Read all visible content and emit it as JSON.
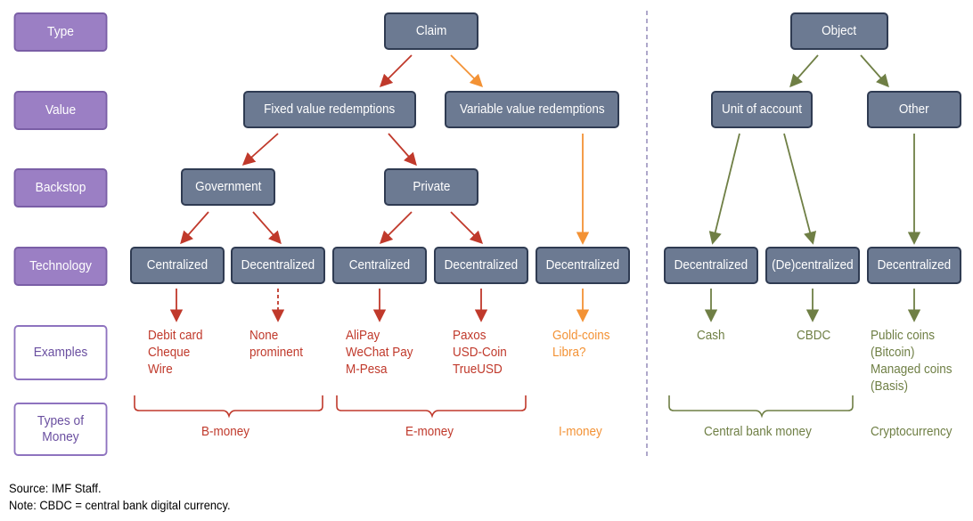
{
  "colors": {
    "red": "#c0392b",
    "orange": "#f39235",
    "green": "#6f7f45",
    "node": "#6c7a92",
    "purple": "#9b7fc4"
  },
  "rows": {
    "type": "Type",
    "value": "Value",
    "backstop": "Backstop",
    "technology": "Technology",
    "examples": "Examples",
    "types_of_money": "Types of Money"
  },
  "nodes": {
    "claim": "Claim",
    "object": "Object",
    "fixed": "Fixed value redemptions",
    "variable": "Variable value redemptions",
    "unit": "Unit of account",
    "other": "Other",
    "government": "Government",
    "private": "Private",
    "tech_gov_c": "Centralized",
    "tech_gov_d": "Decentralized",
    "tech_priv_c": "Centralized",
    "tech_priv_d": "Decentralized",
    "tech_var_d": "Decentralized",
    "tech_unit_d": "Decentralized",
    "tech_unit_cd": "(De)centralized",
    "tech_other_d": "Decentralized"
  },
  "examples": {
    "gov_c": [
      "Debit card",
      "Cheque",
      "Wire"
    ],
    "gov_d": [
      "None",
      "prominent"
    ],
    "priv_c": [
      "AliPay",
      "WeChat Pay",
      "M-Pesa"
    ],
    "priv_d": [
      "Paxos",
      "USD-Coin",
      "TrueUSD"
    ],
    "var_d": [
      "Gold-coins",
      "Libra?"
    ],
    "unit_d": [
      "Cash"
    ],
    "unit_cd": [
      "CBDC"
    ],
    "other_d": [
      "Public coins",
      "(Bitcoin)",
      "Managed coins",
      "(Basis)"
    ]
  },
  "money": {
    "b": "B-money",
    "e": "E-money",
    "i": "I-money",
    "cb": "Central bank money",
    "crypto": "Cryptocurrency"
  },
  "footer": {
    "source": "Source: IMF Staff.",
    "note": "Note: CBDC = central bank digital currency."
  }
}
